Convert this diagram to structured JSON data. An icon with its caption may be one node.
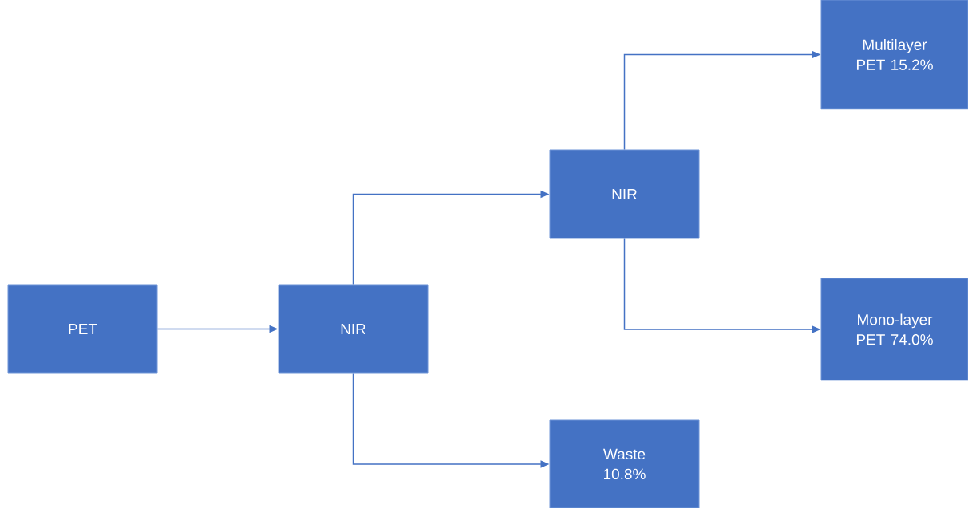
{
  "diagram": {
    "nodes": [
      {
        "text": [
          "PET"
        ]
      },
      {
        "text": [
          "NIR"
        ]
      },
      {
        "text": [
          "NIR"
        ]
      },
      {
        "text": [
          "Multilayer PET 15.2%"
        ]
      },
      {
        "text": [
          "Mono-layer PET 74.0%"
        ]
      },
      {
        "text": [
          "Waste 10.8%"
        ]
      }
    ],
    "edges": [
      {
        "from": 0,
        "to": 1,
        "arrow": "to"
      },
      {
        "from": 1,
        "to": 2,
        "arrow": "to"
      },
      {
        "from": 1,
        "to": 5,
        "arrow": "to"
      },
      {
        "from": 2,
        "to": 3,
        "arrow": "to"
      },
      {
        "from": 2,
        "to": 4,
        "arrow": "to"
      }
    ]
  }
}
